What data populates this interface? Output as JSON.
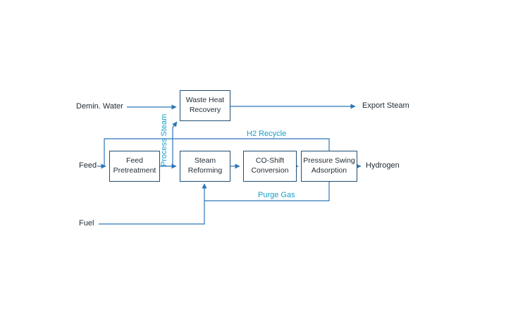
{
  "diagram": {
    "type": "process-flow",
    "boxes": [
      {
        "id": "waste-heat-recovery",
        "label": "Waste Heat Recovery"
      },
      {
        "id": "feed-pretreatment",
        "label": "Feed Pretreatment"
      },
      {
        "id": "steam-reforming",
        "label": "Steam Reforming"
      },
      {
        "id": "co-shift-conversion",
        "label": "CO-Shift Conversion"
      },
      {
        "id": "pressure-swing-adsorption",
        "label": "Pressure Swing Adsorption"
      }
    ],
    "inputs": {
      "demin_water": "Demin. Water",
      "feed": "Feed",
      "fuel": "Fuel"
    },
    "outputs": {
      "export_steam": "Export Steam",
      "hydrogen": "Hydrogen"
    },
    "streams": {
      "process_steam": "Process Steam",
      "h2_recycle": "H2 Recycle",
      "purge_gas": "Purge Gas"
    },
    "colors": {
      "box_border": "#1f4e74",
      "arrow": "#2e75b6",
      "stream_label": "#149fc7",
      "text": "#1f2a33"
    }
  }
}
